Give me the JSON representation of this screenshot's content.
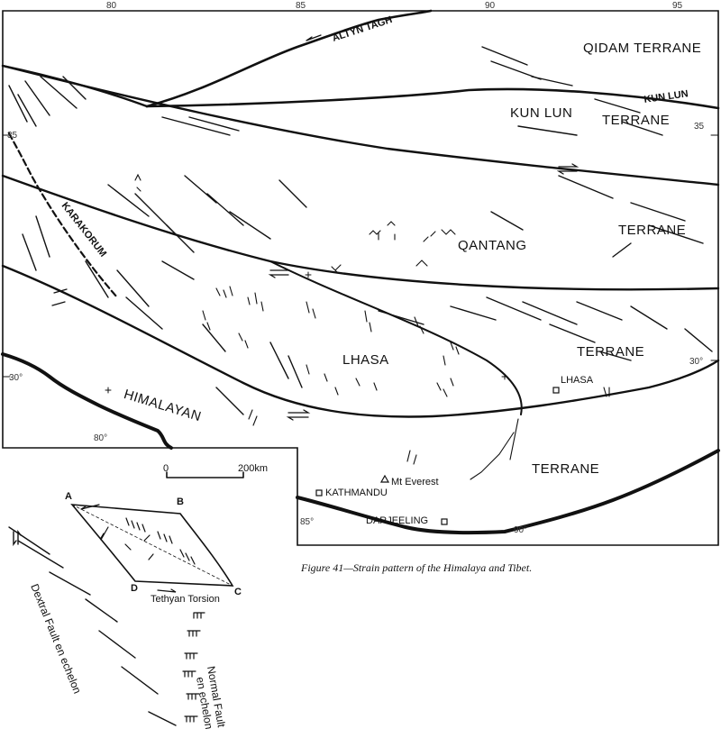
{
  "figure": {
    "caption": "Figure 41—Strain pattern of the Himalaya and Tibet."
  },
  "graticule": {
    "top_ticks": [
      "80",
      "85",
      "90",
      "95"
    ],
    "lat_left_35": "35",
    "lat_right_35": "35",
    "lat_left_30": "30°",
    "lat_right_30": "30°",
    "bottom_80": "80°",
    "bottom_85": "85°",
    "bottom_90": "90°"
  },
  "faults": {
    "altyn_tagh": "ALTYN TAGH",
    "kun_lun_fault": "KUN LUN",
    "karakorum": "KARAKORUM"
  },
  "terranes": {
    "qidam": "QIDAM TERRANE",
    "kun_lun": "KUN LUN",
    "kun_lun_terrane": "TERRANE",
    "qantang": "QANTANG",
    "qantang_terrane": "TERRANE",
    "lhasa": "LHASA",
    "lhasa_terrane": "TERRANE",
    "himalayan": "HIMALAYAN",
    "himalayan_terrane": "TERRANE"
  },
  "cities": {
    "lhasa": "LHASA",
    "kathmandu": "KATHMANDU",
    "darjeeling": "DARJEELING",
    "everest": "Mt Everest"
  },
  "scale": {
    "zero": "0",
    "max": "200km"
  },
  "inset": {
    "corner_a": "A",
    "corner_b": "B",
    "corner_c": "C",
    "corner_d": "D",
    "torsion_label": "Tethyan Torsion",
    "dextral_label": "Dextral Fault en echelon",
    "normal_label_1": "Normal Fault",
    "normal_label_2": "en echelon"
  }
}
